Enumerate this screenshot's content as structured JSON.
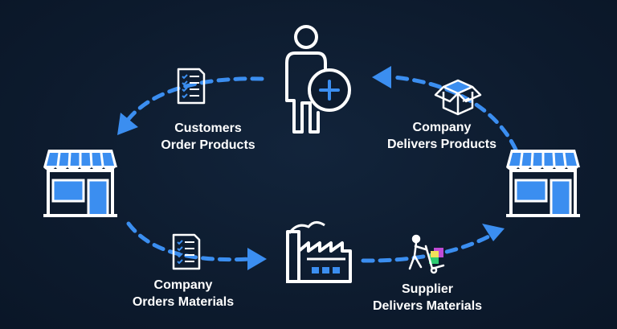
{
  "colors": {
    "background": "#0d1b2e",
    "accent_blue": "#3b8ef0",
    "icon_white": "#ffffff"
  },
  "nodes": {
    "customer": {
      "icon": "person-plus-icon"
    },
    "store_left": {
      "icon": "storefront-icon"
    },
    "store_right": {
      "icon": "storefront-icon"
    },
    "factory": {
      "icon": "factory-icon"
    }
  },
  "steps": [
    {
      "line1": "Customers",
      "line2": "Order Products",
      "icon": "checklist-document-icon"
    },
    {
      "line1": "Company",
      "line2": "Delivers Products",
      "icon": "open-box-icon"
    },
    {
      "line1": "Company",
      "line2": "Orders Materials",
      "icon": "checklist-document-icon"
    },
    {
      "line1": "Supplier",
      "line2": "Delivers Materials",
      "icon": "hand-truck-worker-icon"
    }
  ]
}
